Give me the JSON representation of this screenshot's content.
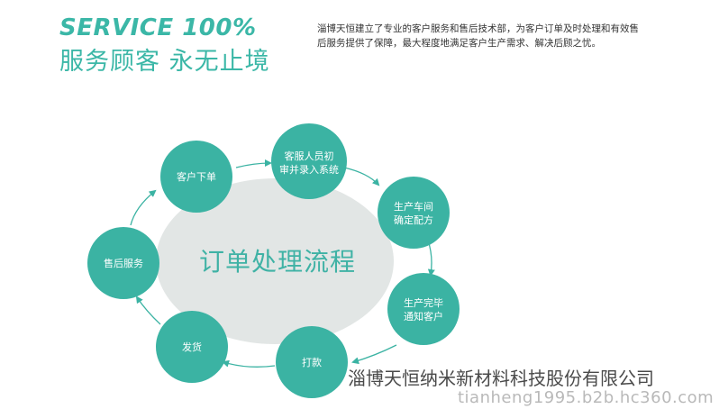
{
  "header": {
    "title_en": "SERVICE 100%",
    "title_cn": "服务顾客 永无止境",
    "description": "淄博天恒建立了专业的客户服务和售后技术部，为客户订单及时处理和有效售后服务提供了保障，最大程度地满足客户生产需求、解决后顾之忧。"
  },
  "diagram": {
    "center_label": "订单处理流程",
    "nodes": [
      {
        "id": "customer-order",
        "lines": [
          "客户下单"
        ]
      },
      {
        "id": "service-review",
        "lines": [
          "客服人员初",
          "审并录入系统"
        ]
      },
      {
        "id": "workshop-formula",
        "lines": [
          "生产车间",
          "确定配方"
        ]
      },
      {
        "id": "production-notify",
        "lines": [
          "生产完毕",
          "通知客户"
        ]
      },
      {
        "id": "payment",
        "lines": [
          "打款"
        ]
      },
      {
        "id": "shipping",
        "lines": [
          "发货"
        ]
      },
      {
        "id": "after-sales",
        "lines": [
          "售后服务"
        ]
      }
    ],
    "colors": {
      "node": "#3bb3a3",
      "center_fill": "#e2e6e5",
      "arrow": "#3bb3a3"
    }
  },
  "watermark": {
    "company": "淄博天恒纳米新材料科技股份有限公司",
    "url": "tianheng1995.b2b.hc360.com"
  }
}
